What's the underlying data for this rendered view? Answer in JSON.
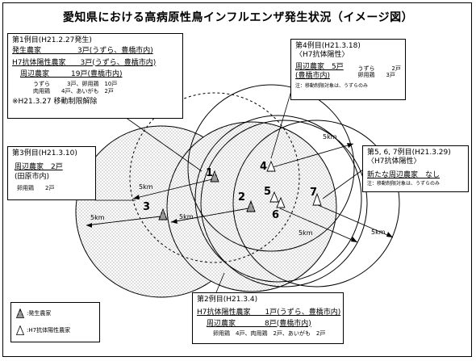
{
  "title": "愛知県における高病原性鳥インフルエンザ発生状況（イメージ図）",
  "case1": {
    "header": "第1例目(H21.2.27発生)",
    "farm": "発生農家　　　　　3戸(うずら、豊橋市内)",
    "h7": "H7抗体陽性農家　　3戸(うずら、豊橋市内)",
    "nearby": "周辺農家　　　19戸(豊橋市内)",
    "detail1": "うずら　　　3戸、卵用鶏　10戸",
    "detail2": "肉用鶏　　4戸、あいがも　2戸",
    "release": "※H21.3.27 移動制限解除"
  },
  "case3": {
    "header": "第3例目(H21.3.10)",
    "nearby": "周辺農家　2戸",
    "city": "(田原市内)",
    "detail": "卵用鶏　　2戸"
  },
  "case4": {
    "header": "第4例目(H21.3.18)",
    "sub": "〈H7抗体陽性〉",
    "nearby": "周辺農家　5戸",
    "city": "(豊橋市内)",
    "detail1": "うずら　　　2戸",
    "detail2": "卵用鶏　　3戸",
    "note": "注：移動制限対象は、うずらのみ"
  },
  "case567": {
    "header": "第5, 6, 7例目(H21.3.29)",
    "sub": "〈H7抗体陽性〉",
    "nearby": "新たな周辺農家　なし",
    "note": "注：移動制限対象は、うずらのみ"
  },
  "case2": {
    "header": "第2例目(H21.3.4)",
    "h7": "H7抗体陽性農家　　1戸(うずら、豊橋市内)",
    "nearby": "周辺農家　　　　8戸(豊橋市内)",
    "detail": "卵用鶏　4戸、肉用鶏　2戸、あいがも　2戸"
  },
  "legend": {
    "farm": ":発生農家",
    "h7": ":H7抗体陽性農家"
  },
  "markers": {
    "n1": "1",
    "n2": "2",
    "n3": "3",
    "n4": "4",
    "n5": "5",
    "n6": "6",
    "n7": "7"
  },
  "radius_label": "5km"
}
